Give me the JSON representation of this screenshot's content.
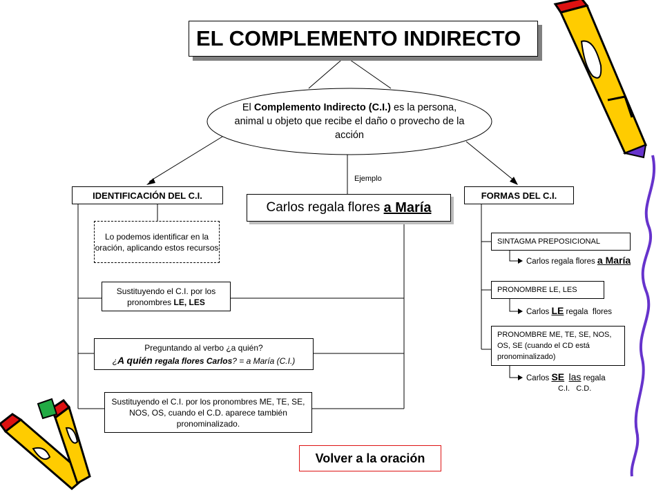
{
  "title": "EL COMPLEMENTO INDIRECTO",
  "definition": {
    "pre": "El ",
    "bold": "Complemento Indirecto (C.I.)",
    "post": " es la persona, animal u objeto que recibe el daño o provecho de la acción"
  },
  "ejemplo_label": "Ejemplo",
  "identificacion": {
    "heading": "IDENTIFICACIÓN DEL C.I.",
    "recurso_intro": "Lo podemos identificar en la oración, aplicando estos recursos",
    "recurso_pronombres": {
      "text": "Sustituyendo el C.I.  por los pronombres ",
      "bold": "LE, LES"
    },
    "recurso_pregunta": {
      "line1": "Preguntando al verbo ¿a quién?",
      "q_open": "¿",
      "q_bold": "A quién",
      "q_mid": " regala flores Carlos",
      "q_end": "? = a María (C.I.)"
    },
    "recurso_pronominal": "Sustituyendo el C.I. por los pronombres ME, TE, SE, NOS, OS, cuando el C.D. aparece también pronominalizado."
  },
  "example": {
    "text": "Carlos regala flores ",
    "highlight": "a María"
  },
  "formas": {
    "heading": "FORMAS DEL C.I.",
    "sintagma": {
      "label": "SINTAGMA  PREPOSICIONAL",
      "example_text": "Carlos regala flores ",
      "example_highlight": "a María"
    },
    "pronombre_le": {
      "label": "PRONOMBRE  LE, LES",
      "ex_pre": "Carlos ",
      "ex_big": "LE",
      "ex_post": " regala  flores"
    },
    "pronombre_me": {
      "label": "PRONOMBRE   ME, TE, SE, NOS, OS, SE (cuando el CD está  pronominalizado)",
      "ex_pre": "Carlos ",
      "ex_se": "SE",
      "ex_las": "las",
      "ex_post": " regala",
      "ex_tags": "C.I.   C.D."
    }
  },
  "volver_button": "Volver a la oración",
  "colors": {
    "volver_border": "#dd1111",
    "pencil_yellow": "#ffcc00",
    "pencil_red": "#dd1111",
    "pencil_purple": "#6633cc"
  }
}
